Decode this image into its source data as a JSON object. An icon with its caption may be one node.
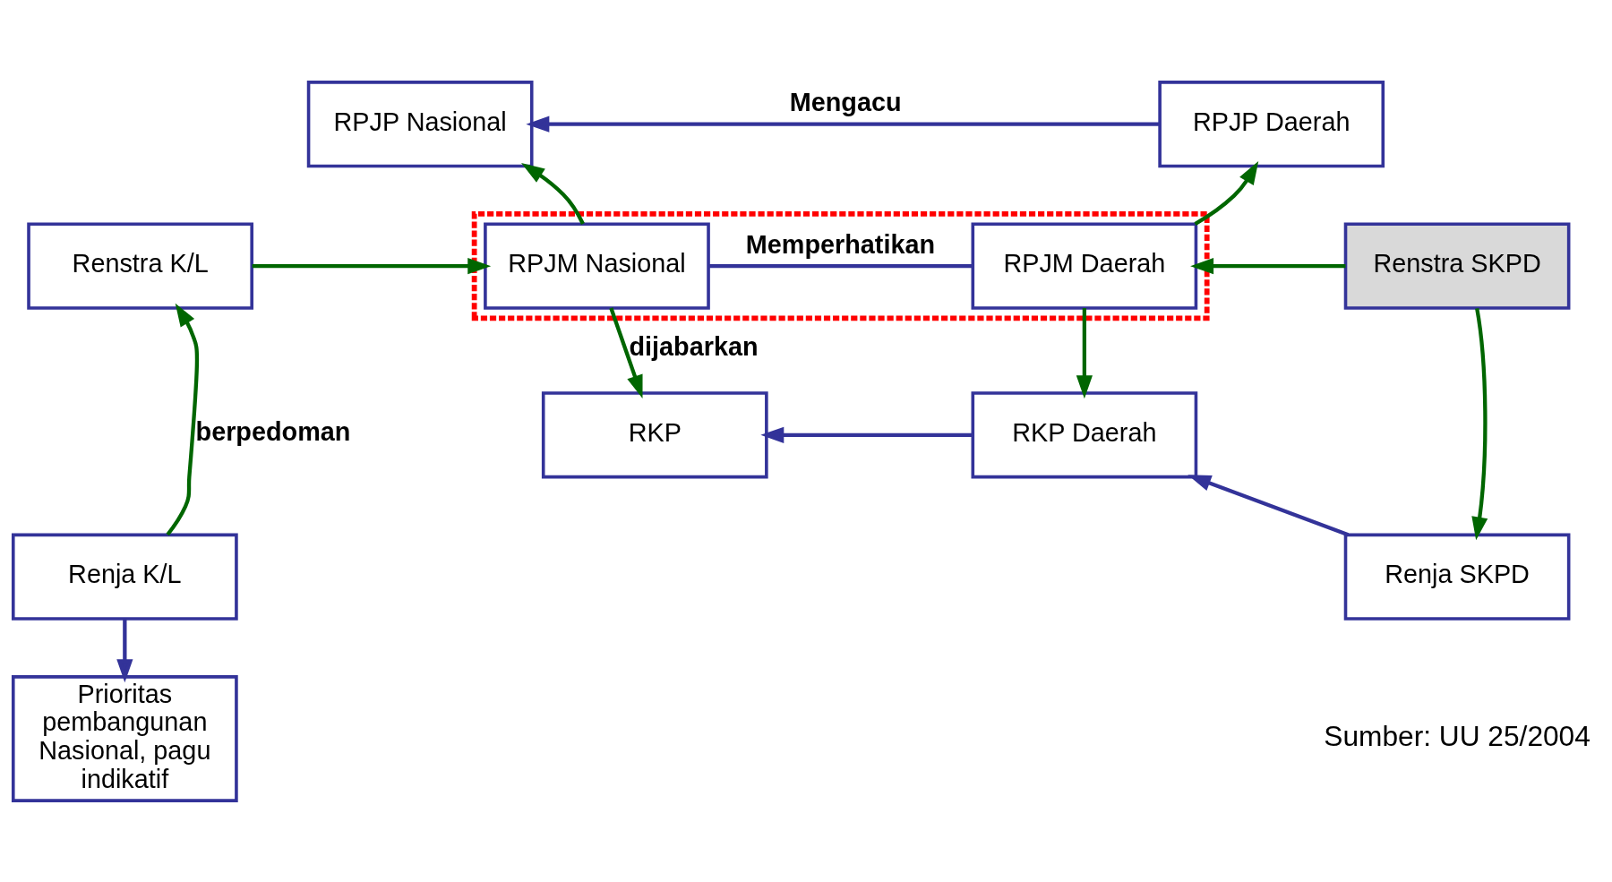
{
  "diagram": {
    "nodes": [
      {
        "text": [
          "RPJP Nasional"
        ]
      },
      {
        "text": [
          "RPJP Daerah"
        ]
      },
      {
        "text": [
          "Renstra K/L"
        ]
      },
      {
        "text": [],
        "shape": "box"
      },
      {
        "text": [
          "RPJM Nasional"
        ],
        "in": 3
      },
      {
        "text": [
          "RPJM Daerah"
        ],
        "in": 3
      },
      {
        "text": [
          "Renstra SKPD"
        ]
      },
      {
        "text": [
          "RKP"
        ]
      },
      {
        "text": [
          "RKP Daerah"
        ]
      },
      {
        "text": [
          "Renja K/L"
        ]
      },
      {
        "text": [
          "Renja SKPD"
        ]
      },
      {
        "text": [
          "Prioritas pembangunan Nasional, pagu indikatif"
        ]
      }
    ],
    "edges": [
      {
        "from": 1,
        "to": 0,
        "arrow": "to",
        "label": "Mengacu",
        "color": "#333399"
      },
      {
        "from": 4,
        "to": 0,
        "arrow": "to"
      },
      {
        "from": 5,
        "to": 1,
        "arrow": "to"
      },
      {
        "from": 2,
        "to": 4,
        "arrow": "to"
      },
      {
        "from": 4,
        "to": 5,
        "arrow": "none",
        "label": "Memperhatikan",
        "color": "#333399"
      },
      {
        "from": 6,
        "to": 5,
        "arrow": "to"
      },
      {
        "from": 4,
        "to": 7,
        "arrow": "to",
        "label": "dijabarkan"
      },
      {
        "from": 5,
        "to": 8,
        "arrow": "to"
      },
      {
        "from": 8,
        "to": 7,
        "arrow": "to",
        "color": "#333399"
      },
      {
        "from": 9,
        "to": 2,
        "arrow": "to",
        "label": "berpedoman"
      },
      {
        "from": 6,
        "to": 10,
        "arrow": "to"
      },
      {
        "from": 10,
        "to": 8,
        "arrow": "to",
        "color": "#333399"
      },
      {
        "from": 9,
        "to": 11,
        "arrow": "to",
        "color": "#333399"
      }
    ],
    "labels": [
      "Sumber: UU 25/2004"
    ]
  }
}
